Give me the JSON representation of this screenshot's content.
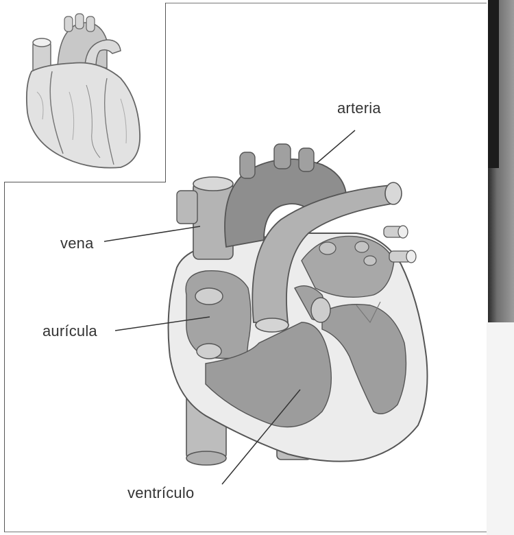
{
  "diagram": {
    "labels": {
      "artery": "arteria",
      "vein": "vena",
      "atrium": "aurícula",
      "ventricle": "ventrículo"
    }
  },
  "colors": {
    "muscle": "#9a9a9a",
    "muscle_dark": "#7a7a7a",
    "wall_light": "#e4e4e4",
    "vessel": "#a8a8a8",
    "line": "#555555",
    "text": "#333333"
  }
}
